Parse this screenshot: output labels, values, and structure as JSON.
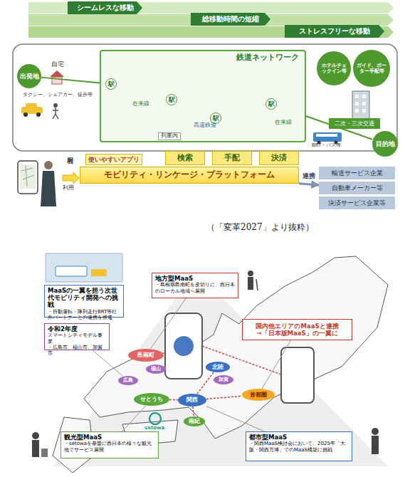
{
  "diagram": {
    "caption": "（「変革2027」より抜粋）",
    "nodes": [
      {
        "text": [
          "シームレスな移動"
        ]
      },
      {
        "text": [
          "総移動時間の短縮"
        ]
      },
      {
        "text": [
          "ストレスフリーな移動"
        ]
      },
      {
        "text": [
          "出発地"
        ]
      },
      {
        "text": [
          "鉄道ネットワーク"
        ]
      },
      {
        "text": [
          "駅"
        ],
        "in": 4
      },
      {
        "text": [
          "駅"
        ],
        "in": 4
      },
      {
        "text": [
          "駅"
        ],
        "in": 4
      },
      {
        "text": [
          "駅"
        ],
        "in": 4
      },
      {
        "text": [
          "ホテルチェックイン等"
        ]
      },
      {
        "text": [
          "ガイド、ポーター手配等"
        ]
      },
      {
        "text": [
          "二次・三次交通"
        ]
      },
      {
        "text": [
          "目的地"
        ]
      },
      {
        "text": [
          "使いやすいアプリ"
        ]
      },
      {
        "text": [
          "検索"
        ]
      },
      {
        "text": [
          "手配"
        ]
      },
      {
        "text": [
          "決済"
        ]
      },
      {
        "text": [
          "モビリティ・リンケージ・プラットフォーム"
        ]
      },
      {
        "text": [
          "輸送サービス企業"
        ]
      },
      {
        "text": [
          "自動車メーカー等"
        ]
      },
      {
        "text": [
          "決済サービス企業等"
        ]
      },
      {
        "text": [
          "MaaSの一翼を担う次世代モビリティ開発への挑戦",
          "・自動運転・隊列走行BRT等社外パートナーとの連携を推進"
        ]
      },
      {
        "text": [
          "地方型MaaS",
          "・島根県邑南町を皮切りに、西日本のローカル地域へ展開"
        ]
      },
      {
        "text": [
          "令和2年度",
          "スマートシティモデル事業",
          "・広島市、福山市、加賀市"
        ]
      },
      {
        "text": [
          "国内他エリアのMaaSと連携",
          "⇒「日本版MaaS」の一翼に"
        ]
      },
      {
        "text": [
          "邑南町"
        ]
      },
      {
        "text": [
          "広島"
        ]
      },
      {
        "text": [
          "福山"
        ]
      },
      {
        "text": [
          "北陸"
        ]
      },
      {
        "text": [
          "加賀"
        ]
      },
      {
        "text": [
          "せとうち"
        ]
      },
      {
        "text": [
          "関西"
        ]
      },
      {
        "text": [
          "首都圏"
        ]
      },
      {
        "text": [
          "南紀"
        ]
      },
      {
        "text": [
          "観光型MaaS",
          "・setowaを基盤に西日本の様々な観光地でサービス展開"
        ]
      },
      {
        "text": [
          "都市型MaaS",
          "・関西MaaS検討会において、2025年「大阪・関西万博」でのMaaS構築に挑戦"
        ]
      }
    ],
    "edges": [
      {
        "from": 3,
        "to": 5,
        "arrow": "none"
      },
      {
        "from": 5,
        "to": 6,
        "arrow": "none"
      },
      {
        "from": 6,
        "to": 7,
        "arrow": "none"
      },
      {
        "from": 7,
        "to": 8,
        "arrow": "none"
      },
      {
        "from": 8,
        "to": 12,
        "arrow": "none"
      },
      {
        "from": 17,
        "to": 19,
        "label": "連携",
        "arrow": "to"
      },
      {
        "from": 31,
        "to": 28,
        "arrow": "none"
      },
      {
        "from": 31,
        "to": 32,
        "arrow": "none"
      },
      {
        "from": 30,
        "to": 31,
        "arrow": "none"
      },
      {
        "from": 31,
        "to": 33,
        "arrow": "none"
      },
      {
        "from": 22,
        "to": 25,
        "arrow": "none"
      },
      {
        "from": 23,
        "to": 26,
        "arrow": "none"
      },
      {
        "from": 34,
        "to": 30,
        "arrow": "none"
      },
      {
        "from": 35,
        "to": 31,
        "arrow": "none"
      },
      {
        "from": 24,
        "to": 32,
        "arrow": "none"
      }
    ],
    "labels": [
      "自宅",
      "タクシー、シェアカー、徒歩等",
      "在来線",
      "高速鉄道",
      "在来線",
      "列車内",
      "BRT・バス等",
      "利用者",
      "利用",
      "setowa"
    ]
  }
}
